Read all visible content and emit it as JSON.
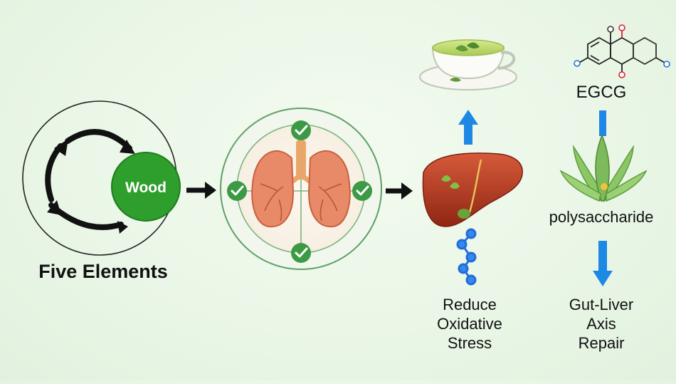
{
  "five_elements": {
    "title": "Five Elements",
    "node_label": "Wood",
    "accent": "#2e9e2c"
  },
  "lungs_panel": {
    "check_icons": [
      "check-icon",
      "check-icon",
      "check-icon",
      "check-icon"
    ],
    "check_color": "#3c9a45"
  },
  "liver_branch": {
    "label_lines": [
      "Reduce",
      "Oxidative",
      "Stress"
    ],
    "arrow_color": "#1e88e5",
    "molecule_color": "#1e6fd8"
  },
  "right_branch": {
    "compound_label": "EGCG",
    "plant_label": "polysaccharide",
    "result_lines": [
      "Gut-Liver",
      "Axis",
      "Repair"
    ]
  },
  "colors": {
    "liver": "#b73a25",
    "lung": "#e88a68",
    "tea": "#bcd86a",
    "aloe": "#7cba5c"
  }
}
